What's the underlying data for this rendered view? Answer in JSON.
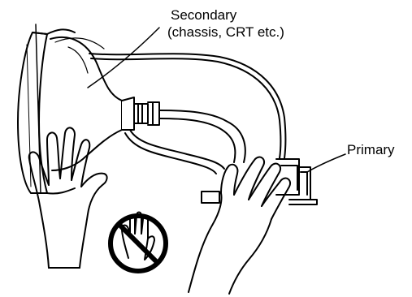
{
  "labels": {
    "secondary_title": "Secondary",
    "secondary_detail": "(chassis, CRT etc.)",
    "primary": "Primary"
  },
  "icons": {
    "warning_symbol": "no-touch-icon"
  },
  "colors": {
    "ink": "#000000",
    "paper": "#ffffff"
  }
}
